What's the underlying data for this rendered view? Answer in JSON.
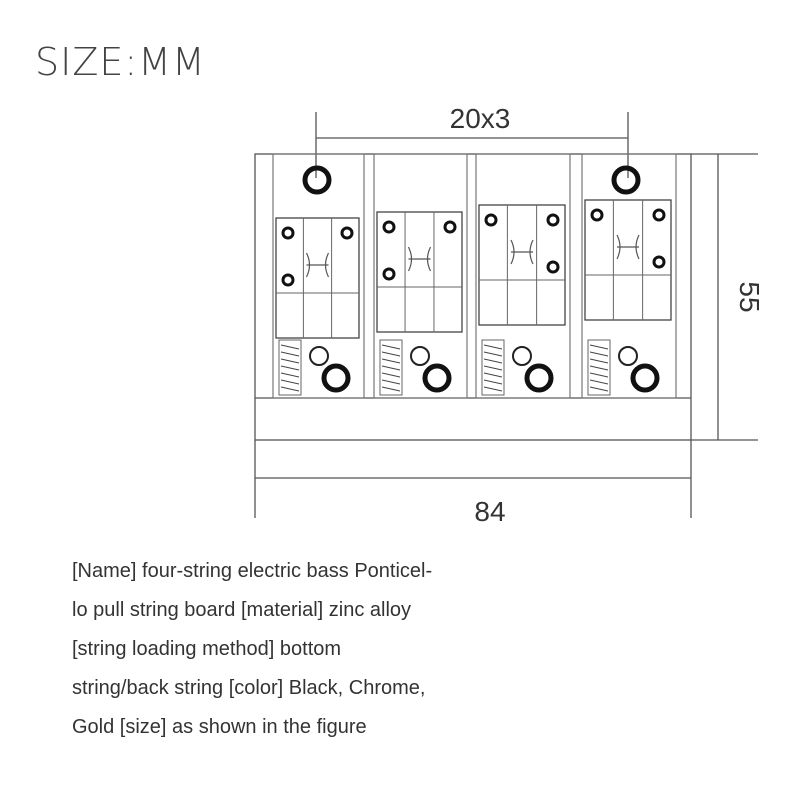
{
  "title": "SIZE:MM",
  "dimensions": {
    "spacing": "20x3",
    "height": "55",
    "width": "84"
  },
  "description": {
    "lines": [
      "[Name] four-string electric bass Ponticel-",
      "lo pull string board [material] zinc alloy",
      "[string loading method] bottom",
      "string/back string [color] Black, Chrome,",
      "Gold [size] as shown in the figure"
    ]
  }
}
